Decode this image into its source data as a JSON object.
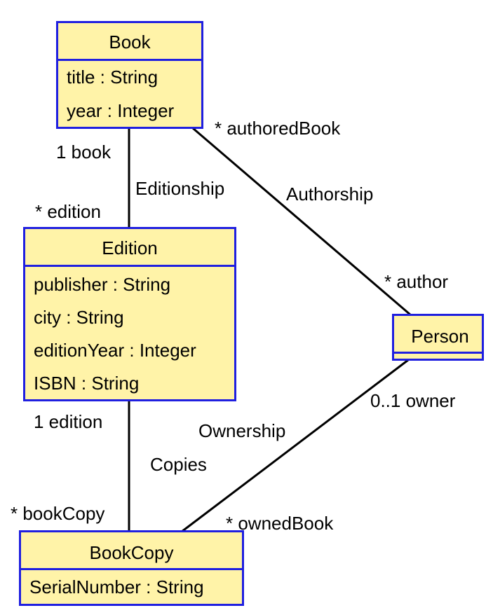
{
  "classes": {
    "book": {
      "name": "Book",
      "attributes": [
        "title : String",
        "year : Integer"
      ]
    },
    "edition": {
      "name": "Edition",
      "attributes": [
        "publisher : String",
        "city : String",
        "editionYear : Integer",
        "ISBN : String"
      ]
    },
    "person": {
      "name": "Person",
      "attributes": []
    },
    "bookcopy": {
      "name": "BookCopy",
      "attributes": [
        "SerialNumber : String"
      ]
    }
  },
  "associations": {
    "editionship": {
      "name": "Editionship",
      "end1": "1 book",
      "end2": "* edition"
    },
    "authorship": {
      "name": "Authorship",
      "end1": "* authoredBook",
      "end2": "* author"
    },
    "copies": {
      "name": "Copies",
      "end1": "1 edition",
      "end2": "* bookCopy"
    },
    "ownership": {
      "name": "Ownership",
      "end1": "0..1 owner",
      "end2": "* ownedBook"
    }
  },
  "colors": {
    "box_fill": "#fff3a8",
    "box_border": "#1f1fe0",
    "line": "#000000"
  }
}
